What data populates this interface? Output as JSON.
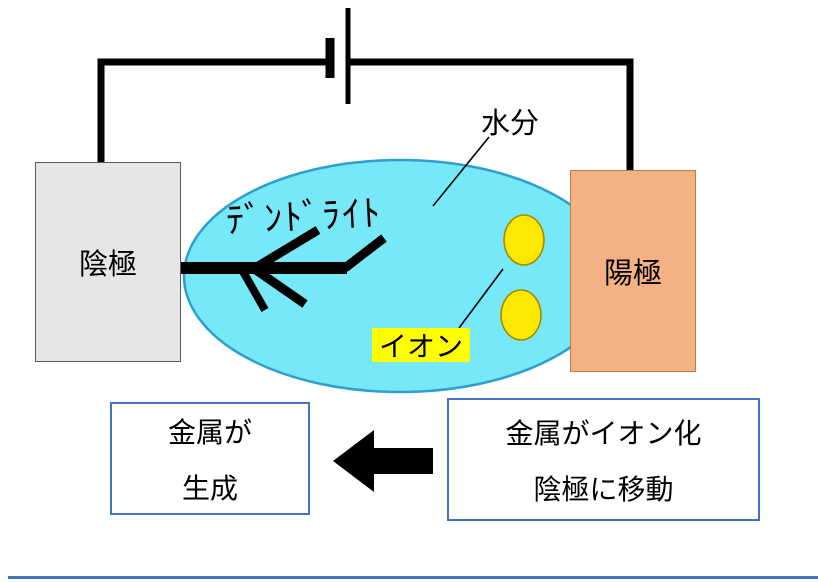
{
  "diagram": {
    "title_context": "electro-chemical dendrite formation diagram",
    "labels": {
      "moisture": "水分",
      "dendrite": "ﾃﾞﾝﾄﾞﾗｲﾄ",
      "ion": "イオン",
      "cathode": "陰極",
      "anode": "陽極"
    },
    "boxes": {
      "left": {
        "line1": "金属が",
        "line2": "生成"
      },
      "right": {
        "line1": "金属がイオン化",
        "line2": "陰極に移動"
      }
    },
    "colors": {
      "electrolyte_fill": "#76e8f8",
      "electrolyte_stroke": "#2b9fce",
      "cathode_fill": "#e7e6e6",
      "anode_fill": "#f4b183",
      "ion_fill": "#ffe800",
      "ion_stroke": "#a08a00",
      "highlight": "#ffff00",
      "box_border": "#4472c4",
      "wire": "#000000"
    }
  }
}
